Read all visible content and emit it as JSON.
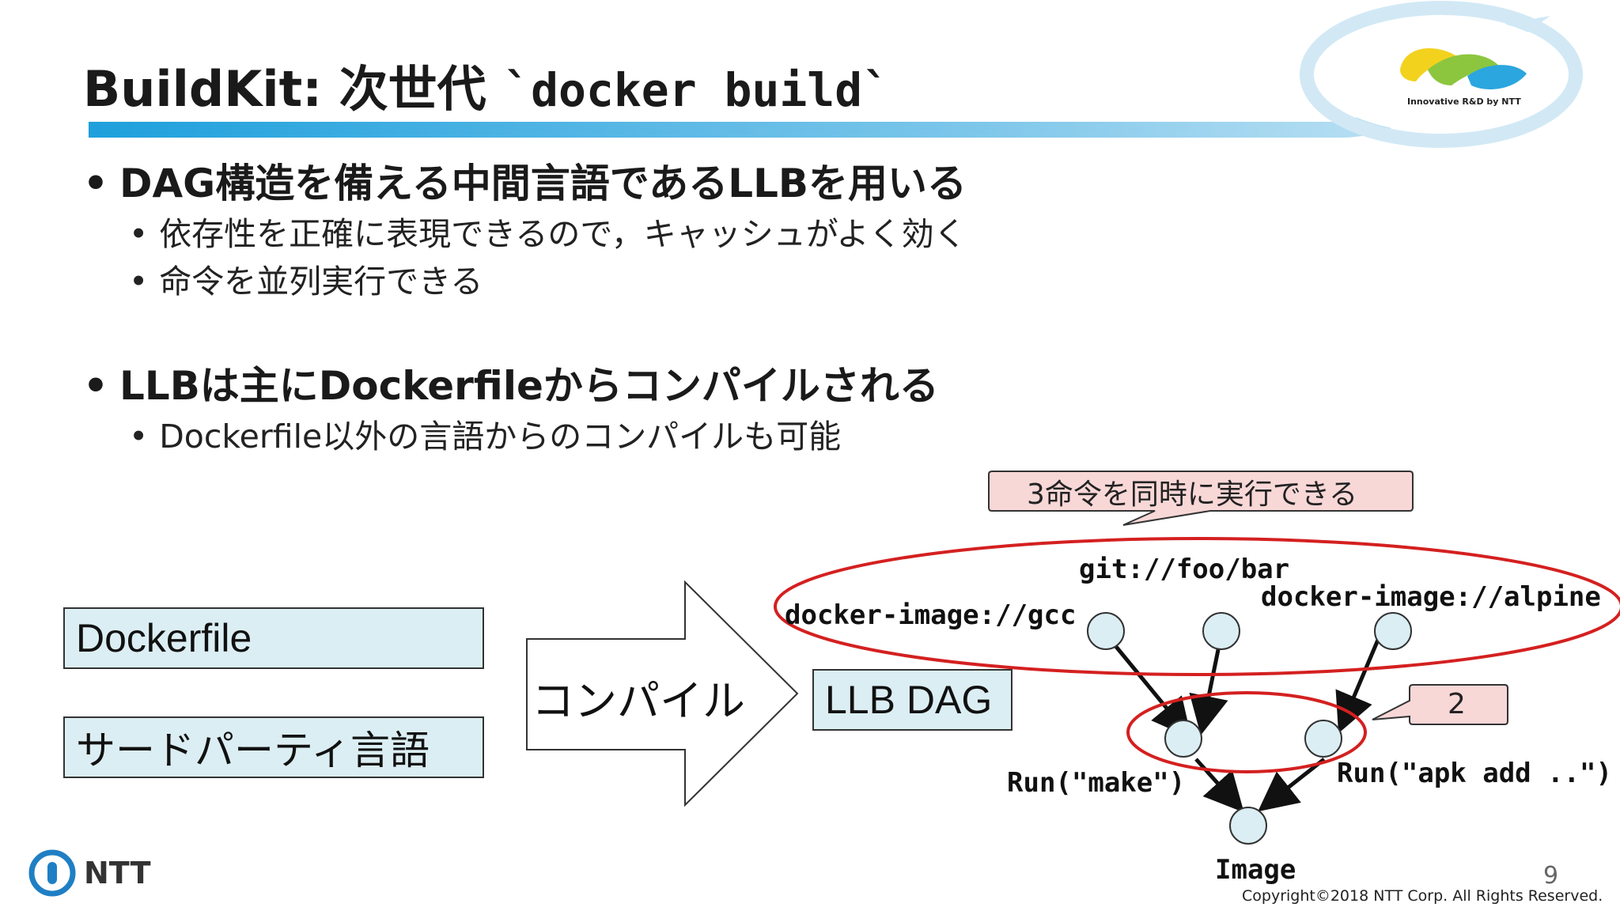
{
  "title": {
    "main": "BuildKit: 次世代 ",
    "code": "`docker build`"
  },
  "logo": {
    "tagline": "Innovative R&D by NTT"
  },
  "bullets": [
    {
      "text": "DAG構造を備える中間言語であるLLBを用いる",
      "subs": [
        "依存性を正確に表現できるので，キャッシュがよく効く",
        "命令を並列実行できる"
      ]
    },
    {
      "text": "LLBは主にDockerfileからコンパイルされる",
      "subs": [
        "Dockerfile以外の言語からのコンパイルも可能"
      ]
    }
  ],
  "diagram": {
    "sources": [
      "Dockerfile",
      "サードパーティ言語"
    ],
    "arrow_label": "コンパイル",
    "target": "LLB DAG",
    "callout_top": "3命令を同時に実行できる",
    "callout_right": "2",
    "nodes": {
      "gcc": "docker-image://gcc",
      "git": "git://foo/bar",
      "alpine": "docker-image://alpine",
      "make": "Run(\"make\")",
      "apk": "Run(\"apk add ..\")",
      "image": "Image"
    }
  },
  "footer": {
    "brand": "NTT",
    "page": "9",
    "copyright": "Copyright©2018  NTT Corp. All Rights Reserved."
  },
  "colors": {
    "accent_blue": "#2aa3dc",
    "red_ellipse": "#d42020",
    "callout_fill": "#f8d7d7",
    "node_fill": "#dbeef3"
  }
}
